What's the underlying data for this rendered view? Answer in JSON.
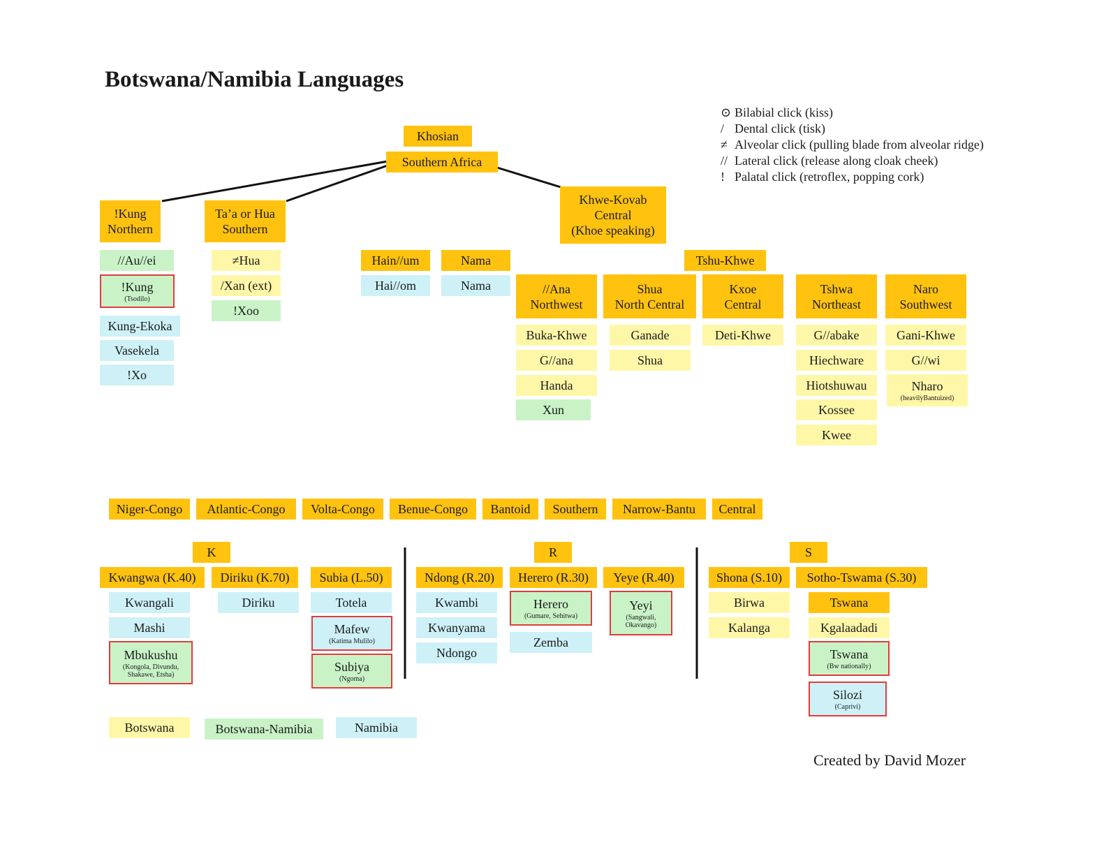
{
  "title": "Botswana/Namibia Languages",
  "legend": [
    {
      "symbol": "⊙",
      "text": "Bilabial click (kiss)"
    },
    {
      "symbol": "/",
      "text": "Dental click (tisk)"
    },
    {
      "symbol": "≠",
      "text": "Alveolar click (pulling blade from alveolar ridge)"
    },
    {
      "symbol": "//",
      "text": "Lateral click (release along cloak cheek)"
    },
    {
      "symbol": "!",
      "text": "Palatal click (retroflex, popping cork)"
    }
  ],
  "khoisan": {
    "root": "Khosian",
    "southern_africa": "Southern Africa",
    "kung": {
      "l1": "!Kung",
      "l2": "Northern"
    },
    "taa": {
      "l1": "Ta’a or  Hua",
      "l2": "Southern"
    },
    "khwe_kovab": {
      "l1": "Khwe-Kovab",
      "l2": "Central",
      "l3": "(Khoe speaking)"
    },
    "kung_langs": {
      "auei": "//Au//ei",
      "kung_tsodilo": {
        "name": "!Kung",
        "sub": "(Tsodilo)"
      },
      "kung_ekoka": "Kung-Ekoka",
      "vasekela": "Vasekela",
      "xo": "!Xo"
    },
    "taa_langs": {
      "hua": "≠Hua",
      "xan": "/Xan (ext)",
      "xoo": "!Xoo"
    },
    "hainum": {
      "head": "Hain//um",
      "lang": "Hai//om"
    },
    "nama": {
      "head": "Nama",
      "lang": "Nama"
    },
    "tshu_khwe": "Tshu-Khwe",
    "ana": {
      "l1": "//Ana",
      "l2": "Northwest",
      "langs": [
        "Buka-Khwe",
        "G//ana",
        "Handa",
        "Xun"
      ]
    },
    "shua": {
      "l1": "Shua",
      "l2": "North Central",
      "langs": [
        "Ganade",
        "Shua"
      ]
    },
    "kxoe": {
      "l1": "Kxoe",
      "l2": "Central",
      "langs": [
        "Deti-Khwe"
      ]
    },
    "tshwa": {
      "l1": "Tshwa",
      "l2": "Northeast",
      "langs": [
        "G//abake",
        "Hiechware",
        "Hiotshuwau",
        "Kossee",
        "Kwee"
      ]
    },
    "naro": {
      "l1": "Naro",
      "l2": "Southwest",
      "langs": [
        "Gani-Khwe",
        "G//wi"
      ],
      "nharo": {
        "name": "Nharo",
        "sub": "(heavilyBantuized)"
      }
    }
  },
  "niger_congo_chain": [
    "Niger-Congo",
    "Atlantic-Congo",
    "Volta-Congo",
    "Benue-Congo",
    "Bantoid",
    "Southern",
    "Narrow-Bantu",
    "Central"
  ],
  "bantu": {
    "k": {
      "label": "K",
      "kwangwa": {
        "head": "Kwangwa (K.40)",
        "langs": [
          "Kwangali",
          "Mashi"
        ],
        "mbukushu": {
          "name": "Mbukushu",
          "sub": "(Kongola, Divundu, Shakawe, Etsha)"
        }
      },
      "diriku": {
        "head": "Diriku (K.70)",
        "langs": [
          "Diriku"
        ]
      },
      "subia": {
        "head": "Subia (L.50)",
        "langs": [
          "Totela"
        ],
        "mafew": {
          "name": "Mafew",
          "sub": "(Katima Mulilo)"
        },
        "subiya": {
          "name": "Subiya",
          "sub": "(Ngoma)"
        }
      }
    },
    "r": {
      "label": "R",
      "ndong": {
        "head": "Ndong (R.20)",
        "langs": [
          "Kwambi",
          "Kwanyama",
          "Ndongo"
        ]
      },
      "herero": {
        "head": "Herero (R.30)",
        "herero_lang": {
          "name": "Herero",
          "sub": "(Gumare, Sehitwa)"
        },
        "zemba": "Zemba"
      },
      "yeye": {
        "head": "Yeye (R.40)",
        "yeyi": {
          "name": "Yeyi",
          "sub": "(Sangwali, Okavango)"
        }
      }
    },
    "s": {
      "label": "S",
      "shona": {
        "head": "Shona (S.10)",
        "langs": [
          "Birwa",
          "Kalanga"
        ]
      },
      "sotho": {
        "head": "Sotho-Tswama (S.30)",
        "tswana": "Tswana",
        "kgalaadadi": "Kgalaadadi",
        "tswana_nat": {
          "name": "Tswana",
          "sub": "(Bw nationally)"
        },
        "silozi": {
          "name": "Silozi",
          "sub": "(Caprivi)"
        }
      }
    }
  },
  "key": [
    "Botswana",
    "Botswana-Namibia",
    "Namibia"
  ],
  "key_colors": {
    "Botswana": "#fff7a8",
    "Botswana-Namibia": "#c9f3c7",
    "Namibia": "#cdf1f7",
    "group": "#ffc20e",
    "nationally_significant": "#e03c3c"
  },
  "credit": "Created by David Mozer"
}
